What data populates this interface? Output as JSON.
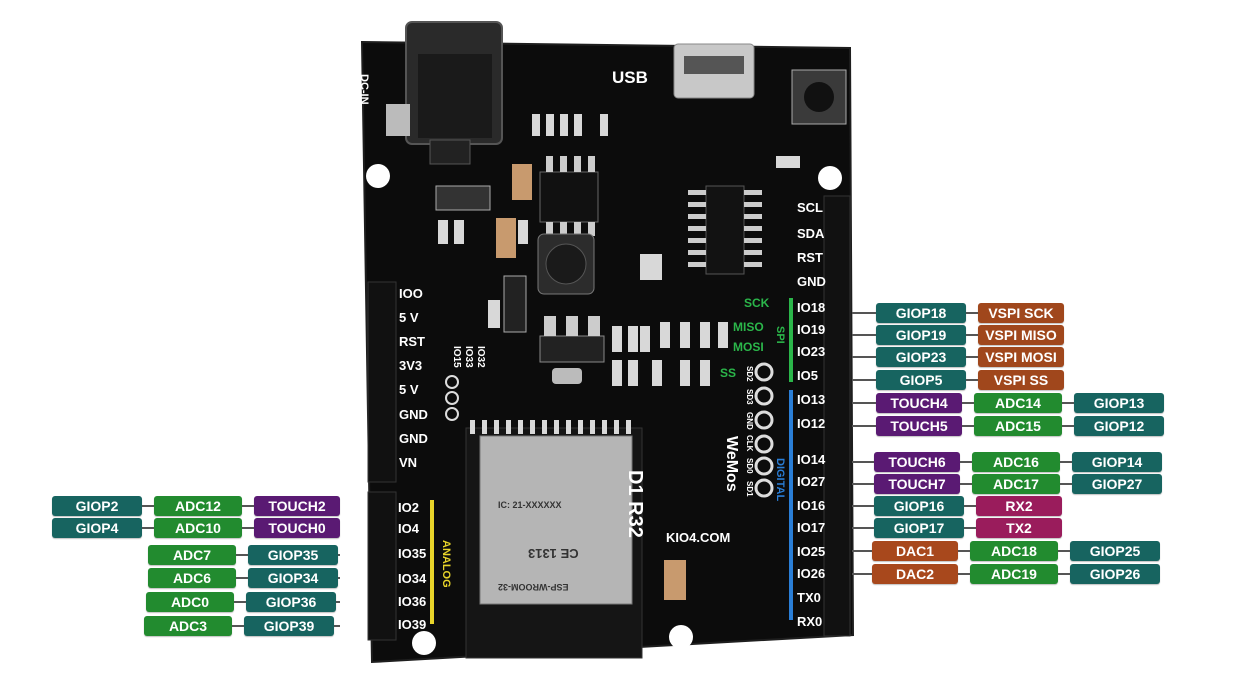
{
  "colors": {
    "board": "#0c0c0c",
    "giop": "#176460",
    "adc": "#228b2f",
    "touch": "#5a1a73",
    "vspi": "#a0471c",
    "uart": "#9a1c5c",
    "dac": "#a8481c",
    "spi_bar": "#2bb64a",
    "digital_bar": "#2a7ed6",
    "analog_bar": "#e8d42a"
  },
  "board": {
    "usb_label": "USB",
    "dc_label": "DC-IN",
    "model_label": "D1 R32",
    "brand_label": "WeMos",
    "site_label": "KIO4.COM",
    "spi_label": "SPI",
    "digital_label": "DIGITAL",
    "analog_label": "ANALOG",
    "module_text_1": "IC: 21-XXXXXX",
    "module_text_2": "CE 1313",
    "module_text_3": "ESP-WROOM-32",
    "vertical_pins": [
      "IO15",
      "IO33",
      "IO32"
    ],
    "small_header_pins": [
      "SD2",
      "SD3",
      "GND",
      "CLK",
      "SD0",
      "SD1"
    ]
  },
  "spi_signals": [
    {
      "id": "sck",
      "text": "SCK"
    },
    {
      "id": "miso",
      "text": "MISO"
    },
    {
      "id": "mosi",
      "text": "MOSI"
    },
    {
      "id": "ss",
      "text": "SS"
    }
  ],
  "left_header_pins": [
    {
      "id": "ioo",
      "text": "IOO"
    },
    {
      "id": "5v-a",
      "text": "5 V"
    },
    {
      "id": "rst",
      "text": "RST"
    },
    {
      "id": "3v3",
      "text": "3V3"
    },
    {
      "id": "5v-b",
      "text": "5 V"
    },
    {
      "id": "gnd-a",
      "text": "GND"
    },
    {
      "id": "gnd-b",
      "text": "GND"
    },
    {
      "id": "vn",
      "text": "VN"
    }
  ],
  "analog_pins": [
    {
      "id": "io2",
      "text": "IO2"
    },
    {
      "id": "io4",
      "text": "IO4"
    },
    {
      "id": "io35",
      "text": "IO35"
    },
    {
      "id": "io34",
      "text": "IO34"
    },
    {
      "id": "io36",
      "text": "IO36"
    },
    {
      "id": "io39",
      "text": "IO39"
    }
  ],
  "right_header_pins": [
    {
      "id": "scl",
      "text": "SCL"
    },
    {
      "id": "sda",
      "text": "SDA"
    },
    {
      "id": "rst",
      "text": "RST"
    },
    {
      "id": "gnd",
      "text": "GND"
    },
    {
      "id": "io18",
      "text": "IO18"
    },
    {
      "id": "io19",
      "text": "IO19"
    },
    {
      "id": "io23",
      "text": "IO23"
    },
    {
      "id": "io5",
      "text": "IO5"
    },
    {
      "id": "io13",
      "text": "IO13"
    },
    {
      "id": "io12",
      "text": "IO12"
    },
    {
      "id": "io14",
      "text": "IO14"
    },
    {
      "id": "io27",
      "text": "IO27"
    },
    {
      "id": "io16",
      "text": "IO16"
    },
    {
      "id": "io17",
      "text": "IO17"
    },
    {
      "id": "io25",
      "text": "IO25"
    },
    {
      "id": "io26",
      "text": "IO26"
    },
    {
      "id": "tx0",
      "text": "TX0"
    },
    {
      "id": "rx0",
      "text": "RX0"
    }
  ],
  "left_tag_rows": [
    {
      "id": "io2",
      "tags": [
        {
          "text": "GIOP2",
          "kind": "giop"
        },
        {
          "text": "ADC12",
          "kind": "adc"
        },
        {
          "text": "TOUCH2",
          "kind": "touch"
        }
      ]
    },
    {
      "id": "io4",
      "tags": [
        {
          "text": "GIOP4",
          "kind": "giop"
        },
        {
          "text": "ADC10",
          "kind": "adc"
        },
        {
          "text": "TOUCH0",
          "kind": "touch"
        }
      ]
    },
    {
      "id": "io35",
      "tags": [
        {
          "text": "ADC7",
          "kind": "adc"
        },
        {
          "text": "GIOP35",
          "kind": "giop"
        }
      ]
    },
    {
      "id": "io34",
      "tags": [
        {
          "text": "ADC6",
          "kind": "adc"
        },
        {
          "text": "GIOP34",
          "kind": "giop"
        }
      ]
    },
    {
      "id": "io36",
      "tags": [
        {
          "text": "ADC0",
          "kind": "adc"
        },
        {
          "text": "GIOP36",
          "kind": "giop"
        }
      ]
    },
    {
      "id": "io39",
      "tags": [
        {
          "text": "ADC3",
          "kind": "adc"
        },
        {
          "text": "GIOP39",
          "kind": "giop"
        }
      ]
    }
  ],
  "right_tag_rows": [
    {
      "id": "io18",
      "tags": [
        {
          "text": "GIOP18",
          "kind": "giop"
        },
        {
          "text": "VSPI SCK",
          "kind": "vspi"
        }
      ]
    },
    {
      "id": "io19",
      "tags": [
        {
          "text": "GIOP19",
          "kind": "giop"
        },
        {
          "text": "VSPI MISO",
          "kind": "vspi"
        }
      ]
    },
    {
      "id": "io23",
      "tags": [
        {
          "text": "GIOP23",
          "kind": "giop"
        },
        {
          "text": "VSPI MOSI",
          "kind": "vspi"
        }
      ]
    },
    {
      "id": "io5",
      "tags": [
        {
          "text": "GIOP5",
          "kind": "giop"
        },
        {
          "text": "VSPI SS",
          "kind": "vspi"
        }
      ]
    },
    {
      "id": "io13",
      "tags": [
        {
          "text": "TOUCH4",
          "kind": "touch"
        },
        {
          "text": "ADC14",
          "kind": "adc"
        },
        {
          "text": "GIOP13",
          "kind": "giop"
        }
      ]
    },
    {
      "id": "io12",
      "tags": [
        {
          "text": "TOUCH5",
          "kind": "touch"
        },
        {
          "text": "ADC15",
          "kind": "adc"
        },
        {
          "text": "GIOP12",
          "kind": "giop"
        }
      ]
    },
    {
      "id": "io14",
      "tags": [
        {
          "text": "TOUCH6",
          "kind": "touch"
        },
        {
          "text": "ADC16",
          "kind": "adc"
        },
        {
          "text": "GIOP14",
          "kind": "giop"
        }
      ]
    },
    {
      "id": "io27",
      "tags": [
        {
          "text": "TOUCH7",
          "kind": "touch"
        },
        {
          "text": "ADC17",
          "kind": "adc"
        },
        {
          "text": "GIOP27",
          "kind": "giop"
        }
      ]
    },
    {
      "id": "io16",
      "tags": [
        {
          "text": "GIOP16",
          "kind": "giop"
        },
        {
          "text": "RX2",
          "kind": "uart"
        }
      ]
    },
    {
      "id": "io17",
      "tags": [
        {
          "text": "GIOP17",
          "kind": "giop"
        },
        {
          "text": "TX2",
          "kind": "uart"
        }
      ]
    },
    {
      "id": "io25",
      "tags": [
        {
          "text": "DAC1",
          "kind": "dac"
        },
        {
          "text": "ADC18",
          "kind": "adc"
        },
        {
          "text": "GIOP25",
          "kind": "giop"
        }
      ]
    },
    {
      "id": "io26",
      "tags": [
        {
          "text": "DAC2",
          "kind": "dac"
        },
        {
          "text": "ADC19",
          "kind": "adc"
        },
        {
          "text": "GIOP26",
          "kind": "giop"
        }
      ]
    }
  ]
}
